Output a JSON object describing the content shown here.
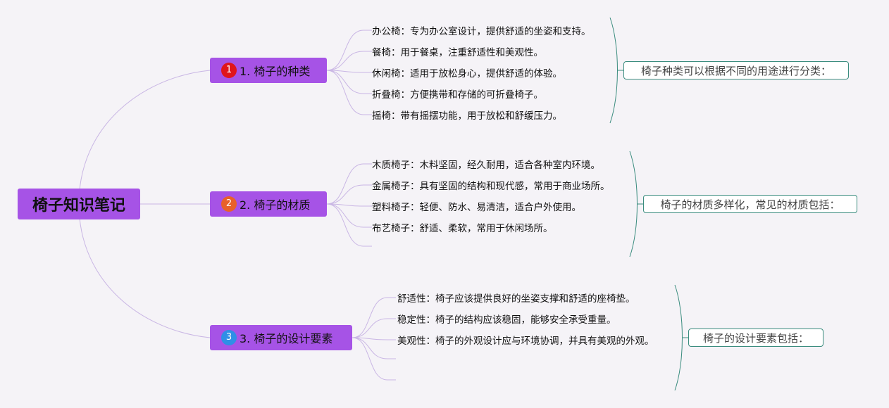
{
  "root": "椅子知识笔记",
  "branches": [
    {
      "badge": "1",
      "badge_color": "#e0151b",
      "label": "1. 椅子的种类",
      "items": [
        "办公椅：专为办公室设计，提供舒适的坐姿和支持。",
        "餐椅：用于餐桌，注重舒适性和美观性。",
        "休闲椅：适用于放松身心，提供舒适的体验。",
        "折叠椅：方便携带和存储的可折叠椅子。",
        "摇椅：带有摇摆功能，用于放松和舒缓压力。"
      ],
      "summary": "椅子种类可以根据不同的用途进行分类："
    },
    {
      "badge": "2",
      "badge_color": "#e8612a",
      "label": "2. 椅子的材质",
      "items": [
        "木质椅子：木料坚固，经久耐用，适合各种室内环境。",
        "金属椅子：具有坚固的结构和现代感，常用于商业场所。",
        "塑料椅子：轻便、防水、易清洁，适合户外使用。",
        "布艺椅子：舒适、柔软，常用于休闲场所。"
      ],
      "summary": "椅子的材质多样化，常见的材质包括："
    },
    {
      "badge": "3",
      "badge_color": "#2f8fe6",
      "label": "3. 椅子的设计要素",
      "items": [
        "舒适性：椅子应该提供良好的坐姿支撑和舒适的座椅垫。",
        "稳定性：椅子的结构应该稳固，能够安全承受重量。",
        "美观性：椅子的外观设计应与环境协调，并具有美观的外观。"
      ],
      "summary": "椅子的设计要素包括："
    }
  ],
  "colors": {
    "node": "#a653e6",
    "connector": "#c9b6e4",
    "bracket": "#3a8c7e"
  }
}
